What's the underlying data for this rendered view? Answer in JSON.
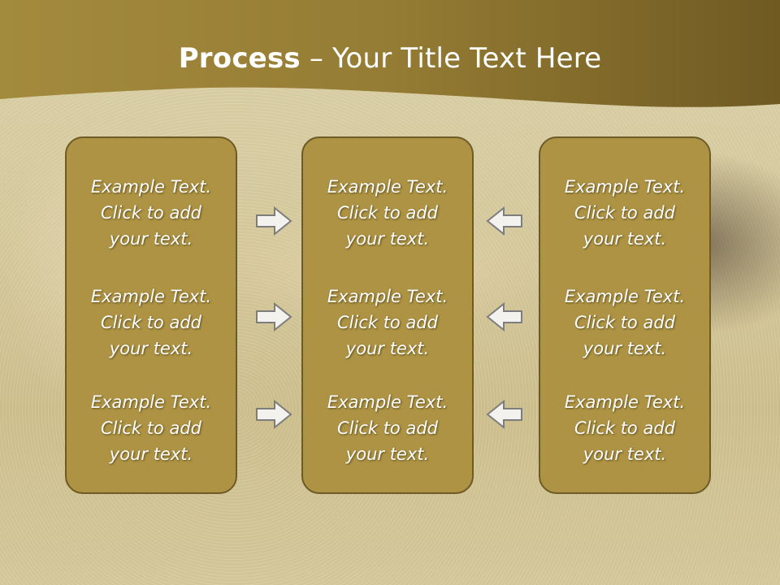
{
  "slide": {
    "title_bold": "Process",
    "title_rest": " – Your Title Text Here"
  },
  "panels": [
    {
      "items": [
        "Example Text.\nClick  to add\nyour text.",
        "Example Text.\nClick  to add\nyour text.",
        "Example Text.\nClick  to add\nyour text."
      ]
    },
    {
      "items": [
        "Example Text.\nClick  to add\nyour text.",
        "Example Text.\nClick  to add\nyour text.",
        "Example Text.\nClick  to add\nyour text."
      ]
    },
    {
      "items": [
        "Example Text.\nClick  to add\nyour text.",
        "Example Text.\nClick  to add\nyour text.",
        "Example Text.\nClick  to add\nyour text."
      ]
    }
  ],
  "arrows": {
    "left_column": [
      "arrow-right-icon",
      "arrow-right-icon",
      "arrow-right-icon"
    ],
    "right_column": [
      "arrow-left-icon",
      "arrow-left-icon",
      "arrow-left-icon"
    ]
  },
  "colors": {
    "panel_fill": "#ad9343",
    "panel_border": "#6e5a26",
    "header_band": "#8c7432"
  }
}
